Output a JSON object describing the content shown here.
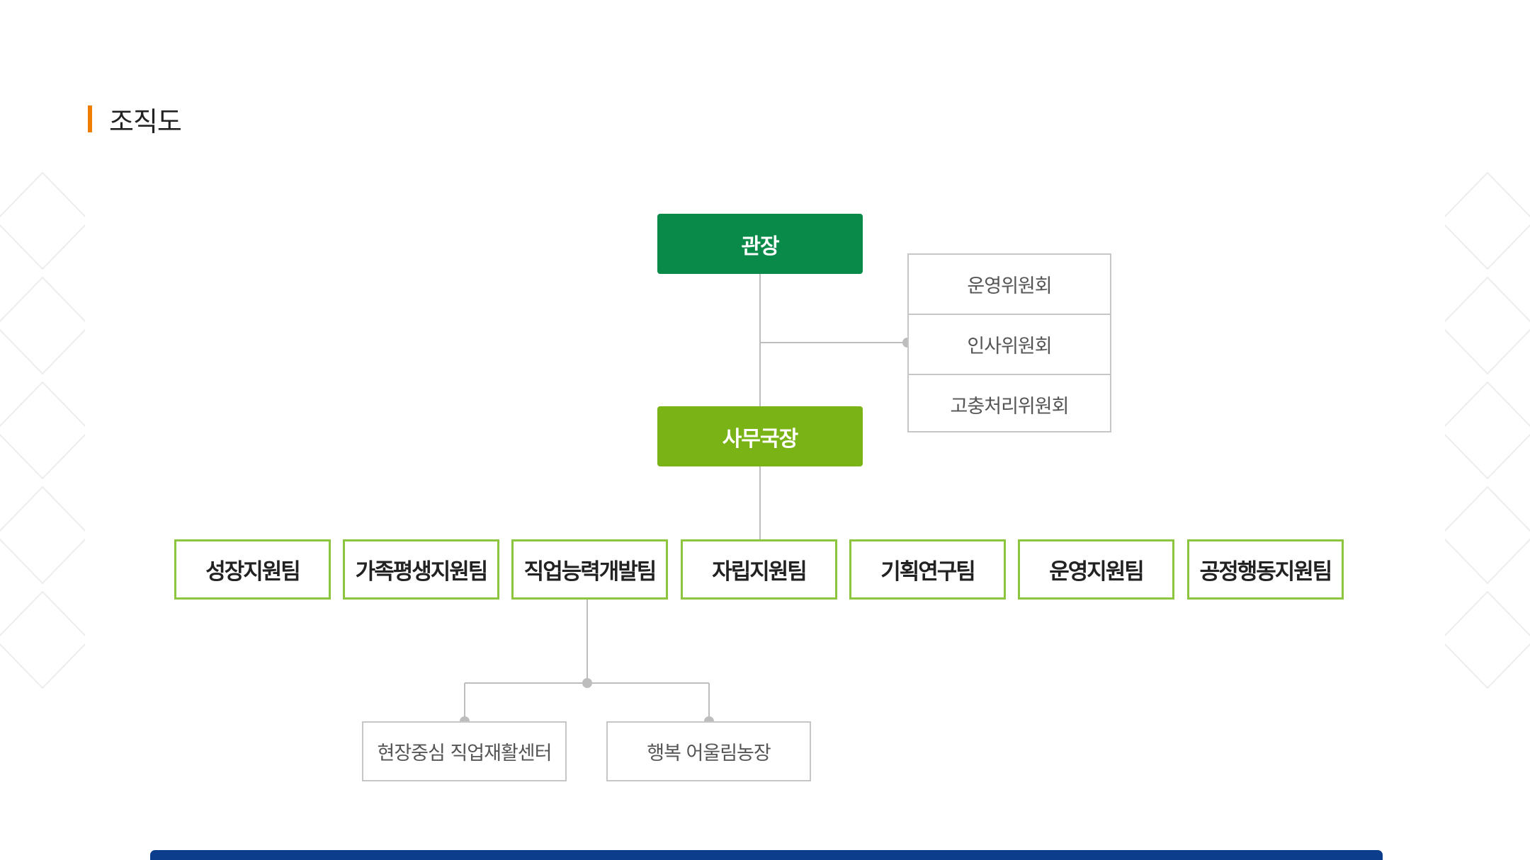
{
  "section": {
    "title": "조직도"
  },
  "colors": {
    "title_accent": "#f07d00",
    "director_fill": "#0a8a49",
    "secretary_fill": "#7ab316",
    "team_border": "#8cc63f",
    "connector": "#bdbdbd",
    "footer_bar": "#0c3d8c"
  },
  "org": {
    "director": "관장",
    "secretary_general": "사무국장",
    "committees": [
      "운영위원회",
      "인사위원회",
      "고충처리위원회"
    ],
    "teams": [
      "성장지원팀",
      "가족평생지원팀",
      "직업능력개발팀",
      "자립지원팀",
      "기획연구팀",
      "운영지원팀",
      "공정행동지원팀"
    ],
    "sub_units": [
      "현장중심 직업재활센터",
      "행복 어울림농장"
    ]
  }
}
